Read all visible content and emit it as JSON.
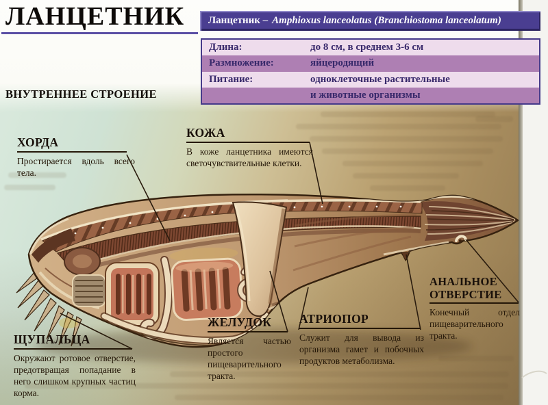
{
  "page": {
    "title": "ЛАНЦЕТНИК",
    "section_heading": "ВНУТРЕННЕЕ СТРОЕНИЕ"
  },
  "infobox": {
    "header": {
      "name": "Ланцетник –",
      "latin": "Amphioxus lanceolatus (Branchiostoma lanceolatum)"
    },
    "rows": [
      {
        "label": "Длина:",
        "value": "до 8 см, в среднем 3-6 см"
      },
      {
        "label": "Размножение:",
        "value": "яйцеродящий"
      },
      {
        "label": "Питание:",
        "value": "одноклеточные растительные"
      },
      {
        "label": "",
        "value": "и животные организмы"
      }
    ]
  },
  "diagram": {
    "labels": [
      {
        "id": "chorda",
        "title": "ХОРДА",
        "description": "Простирается вдоль всего тела."
      },
      {
        "id": "kozha",
        "title": "КОЖА",
        "description": "В коже ланцетника имеются светочувствительные клетки."
      },
      {
        "id": "shchupaltsa",
        "title": "ЩУПАЛЬЦА",
        "description": "Окружают ротовое отверстие, предотвращая попадание в него слишком крупных частиц корма."
      },
      {
        "id": "zheludok",
        "title": "ЖЕЛУДОК",
        "description": "Является частью простого пищеварительного тракта."
      },
      {
        "id": "atriopor",
        "title": "АТРИОПОР",
        "description": "Служит для вывода из организма гамет и побочных продуктов метаболизма."
      },
      {
        "id": "analnoe",
        "title": "АНАЛЬНОЕ ОТВЕРСТИЕ",
        "description": "Конечный отдел пищеварительного тракта."
      }
    ]
  },
  "colors": {
    "header_bar": "#4a3e91",
    "table_row_light": "#eedcec",
    "table_row_dark": "#ae7fb3",
    "title_underline": "#5a4fa5",
    "body_brown": "#9a6345",
    "background_green": "#cfe2d4",
    "background_tan": "#a78c5e"
  }
}
